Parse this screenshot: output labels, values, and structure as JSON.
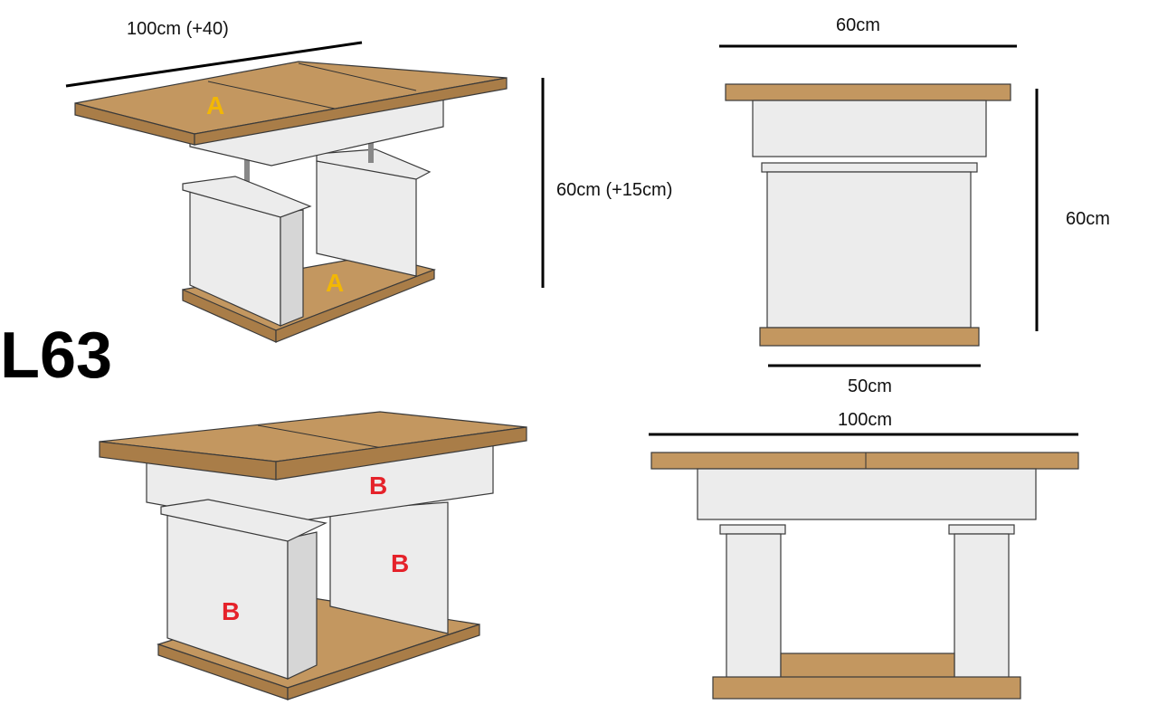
{
  "model": "L63",
  "dimensions": {
    "top_length_extended": "100cm (+40)",
    "height_adjustable": "60cm (+15cm)",
    "side_top_width": "60cm",
    "side_height": "60cm",
    "side_base_width": "50cm",
    "front_length": "100cm"
  },
  "labels": {
    "top_extension": "A",
    "base_extension": "A",
    "apron": "B",
    "leg_right": "B",
    "leg_left": "B"
  },
  "colors": {
    "wood": "#c39760",
    "panel": "#ececec",
    "label_a": "#f2b705",
    "label_b": "#e5222a"
  }
}
